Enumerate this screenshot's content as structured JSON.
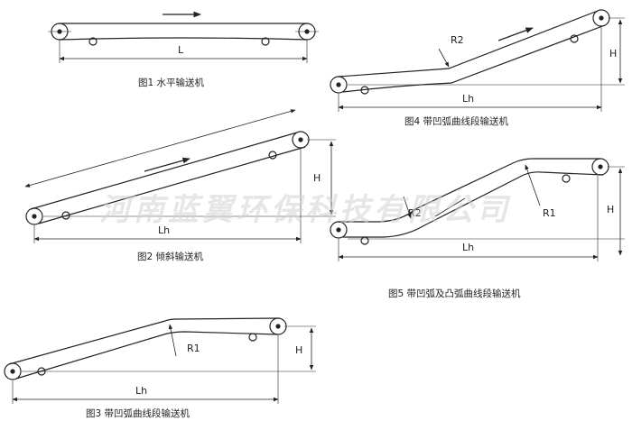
{
  "watermark": "河南蓝翼环保科技有限公司",
  "figures": [
    {
      "caption": "图1 水平输送机",
      "labels": {
        "length": "L"
      }
    },
    {
      "caption": "图2 倾斜输送机",
      "labels": {
        "length": "Lh",
        "height": "H"
      }
    },
    {
      "caption": "图3 带凹弧曲线段输送机",
      "labels": {
        "length": "Lh",
        "height": "H",
        "radius": "R1"
      }
    },
    {
      "caption": "图4 带凹弧曲线段输送机",
      "labels": {
        "length": "Lh",
        "height": "H",
        "radius": "R2"
      }
    },
    {
      "caption": "图5 带凹弧及凸弧曲线段输送机",
      "labels": {
        "length": "Lh",
        "height": "H",
        "radius_concave": "R2",
        "radius_convex": "R1"
      }
    }
  ]
}
